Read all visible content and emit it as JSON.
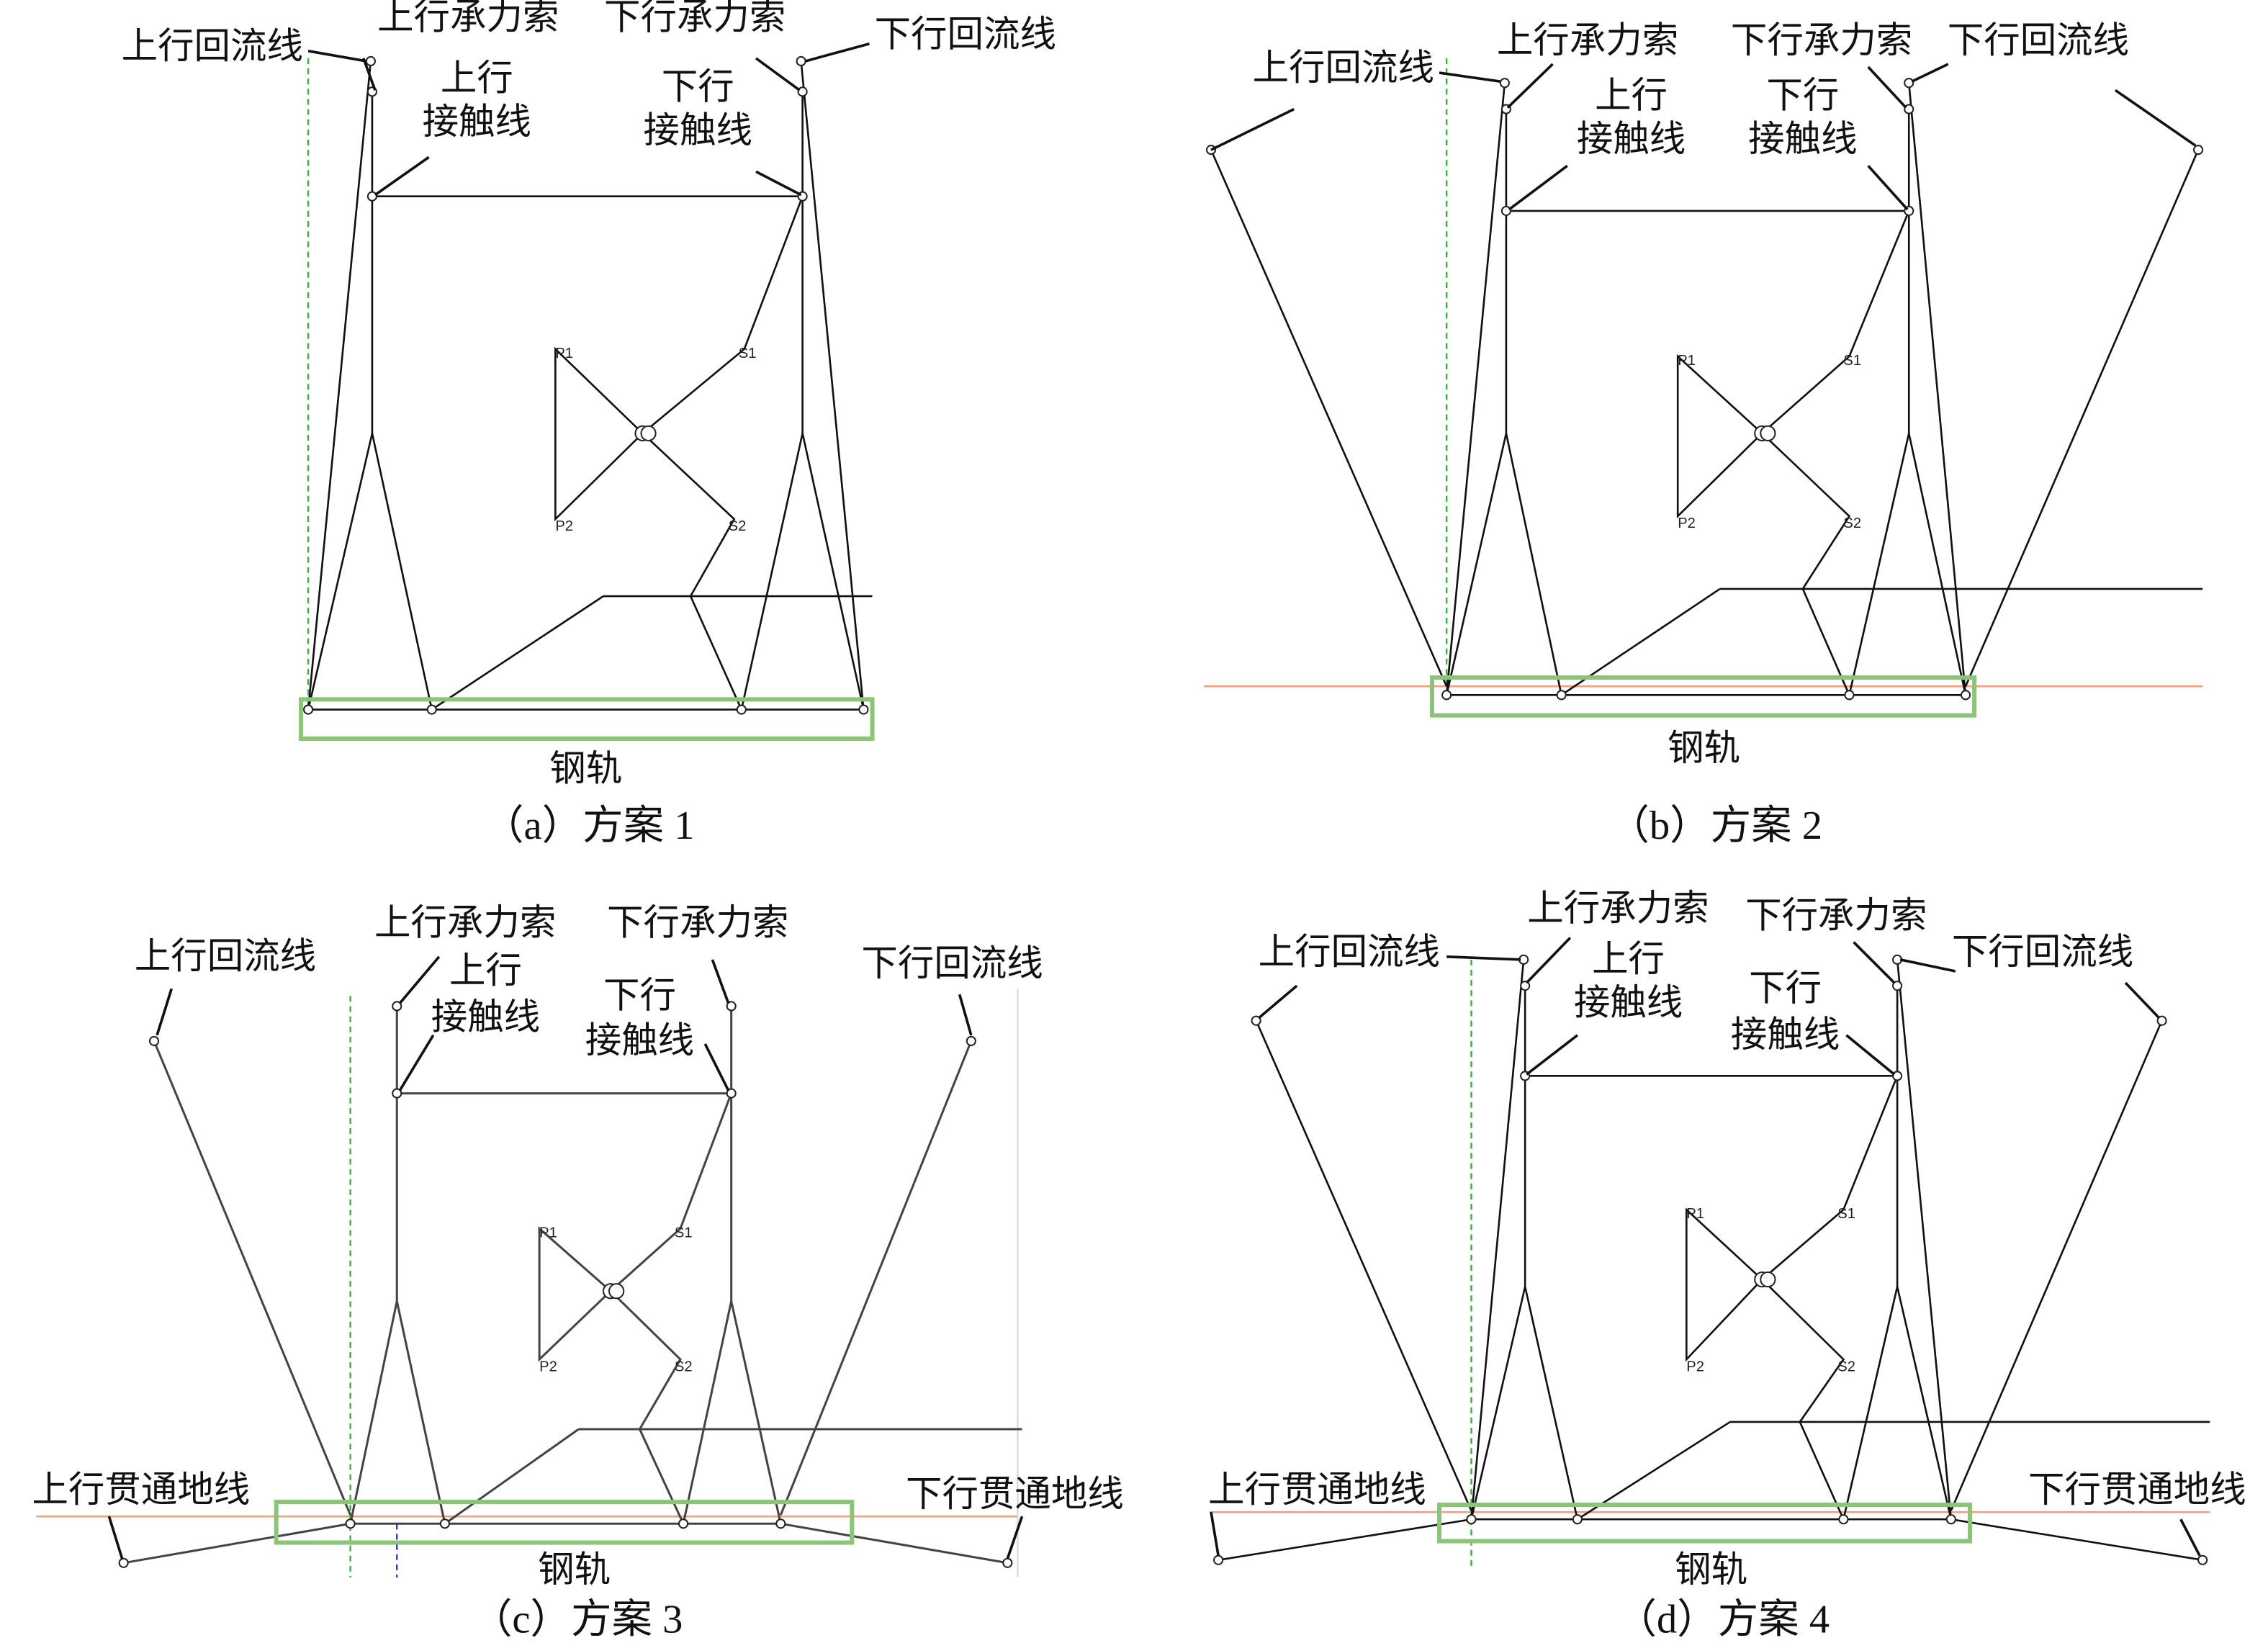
{
  "labels": {
    "up_return": "上行回流线",
    "up_messenger": "上行承力索",
    "up_contact_1": "上行",
    "up_contact_2": "接触线",
    "down_messenger": "下行承力索",
    "down_return": "下行回流线",
    "down_contact_1": "下行",
    "down_contact_2": "接触线",
    "rail": "钢轨",
    "up_ground": "上行贯通地线",
    "down_ground": "下行贯通地线",
    "p1": "P1",
    "p2": "P2",
    "s1": "S1",
    "s2": "S2"
  },
  "panels": [
    {
      "id": "a",
      "caption": "（a）方案 1"
    },
    {
      "id": "b",
      "caption": "（b）方案 2"
    },
    {
      "id": "c",
      "caption": "（c）方案 3"
    },
    {
      "id": "d",
      "caption": "（d）方案 4"
    }
  ],
  "colors": {
    "rail_box": "#8cc47a",
    "ground_line": "#f0a080",
    "dashed_green": "#3fae3f",
    "dashed_blue": "#3040c0"
  }
}
